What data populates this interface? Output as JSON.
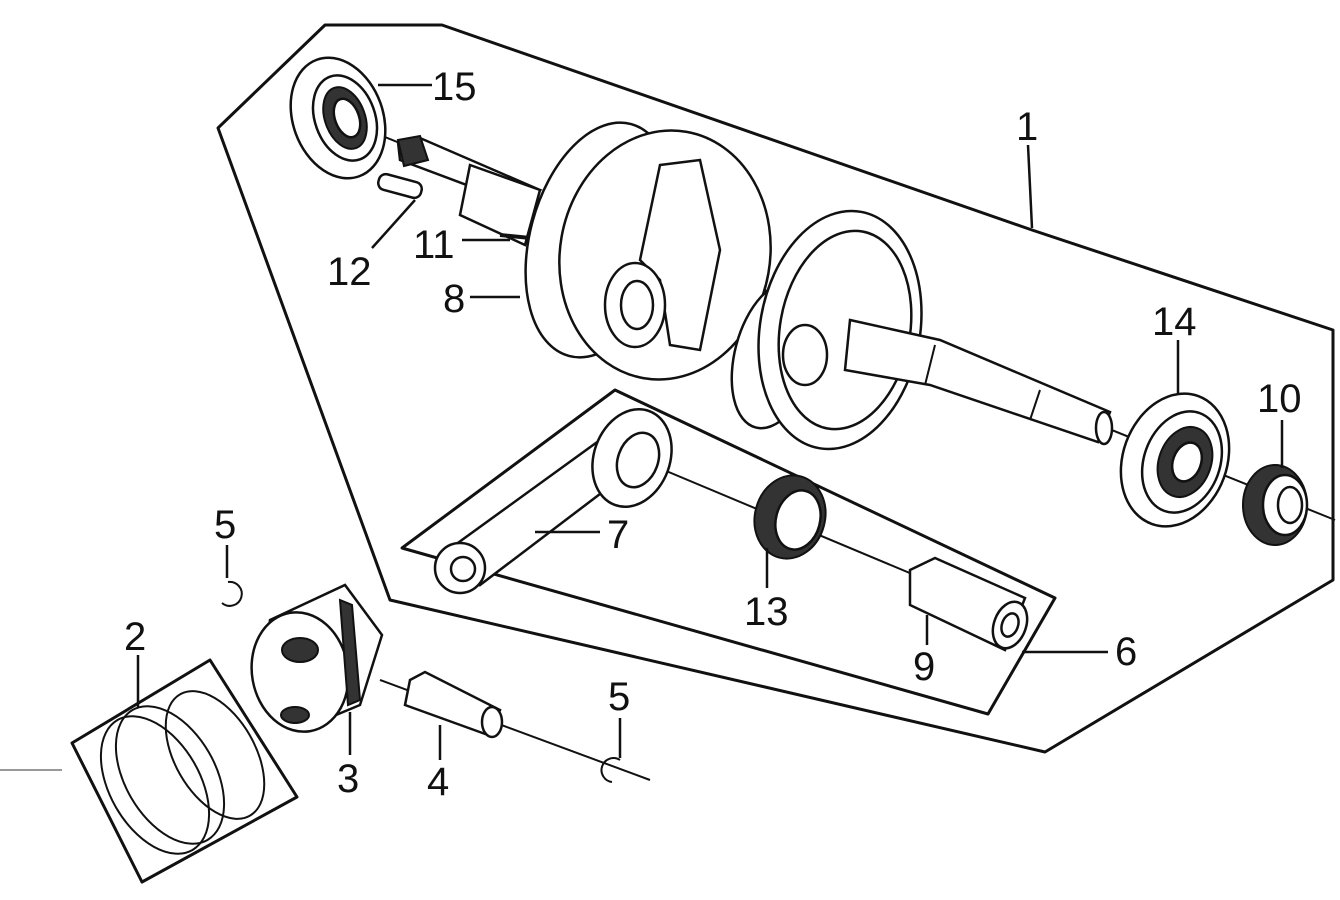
{
  "diagram": {
    "callouts": [
      {
        "id": "1",
        "text": "1"
      },
      {
        "id": "2",
        "text": "2"
      },
      {
        "id": "3",
        "text": "3"
      },
      {
        "id": "4",
        "text": "4"
      },
      {
        "id": "5a",
        "text": "5"
      },
      {
        "id": "5b",
        "text": "5"
      },
      {
        "id": "6",
        "text": "6"
      },
      {
        "id": "7",
        "text": "7"
      },
      {
        "id": "8",
        "text": "8"
      },
      {
        "id": "9",
        "text": "9"
      },
      {
        "id": "10",
        "text": "10"
      },
      {
        "id": "11",
        "text": "11"
      },
      {
        "id": "12",
        "text": "12"
      },
      {
        "id": "13",
        "text": "13"
      },
      {
        "id": "14",
        "text": "14"
      },
      {
        "id": "15",
        "text": "15"
      }
    ]
  }
}
